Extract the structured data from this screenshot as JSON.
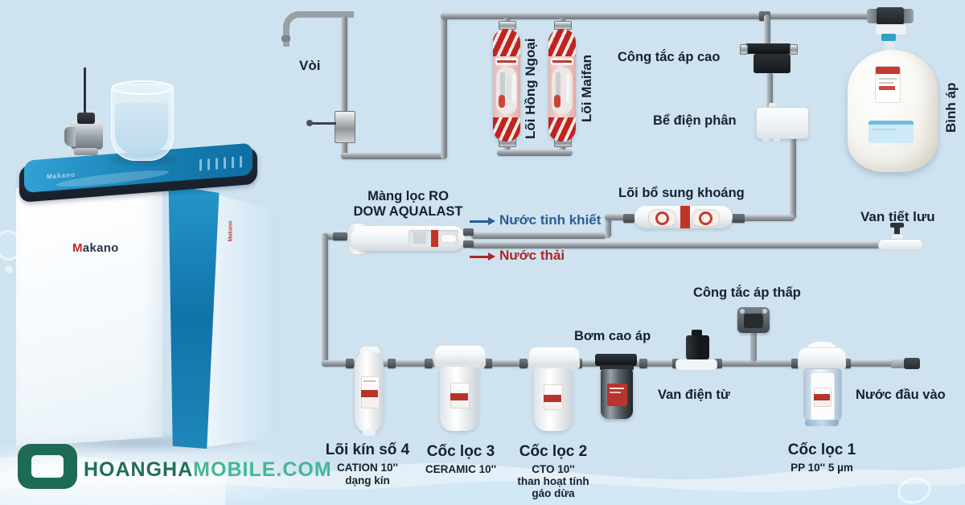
{
  "machine": {
    "brand_m": "M",
    "brand_rest": "akano",
    "side_brand": "Makano"
  },
  "diagram": {
    "faucet": "Vòi",
    "infrared_filter": "Lõi Hồng Ngoại",
    "maifan_filter": "Lõi Maifan",
    "high_pressure_switch": "Công tắc áp cao",
    "electrolysis_tank": "Bể điện phân",
    "pressure_tank": "Bình áp",
    "ro_membrane_line1": "Màng lọc RO",
    "ro_membrane_line2": "DOW AQUALAST",
    "pure_water": "Nước tinh khiết",
    "waste_water": "Nước thải",
    "mineral_filter": "Lõi bổ sung khoáng",
    "flow_restrictor": "Van tiết lưu",
    "low_pressure_switch": "Công tắc áp thấp",
    "pump": "Bơm cao áp",
    "solenoid_valve": "Van điện từ",
    "water_inlet": "Nước đầu vào",
    "stage4_title": "Lõi kín số 4",
    "stage4_sub1": "CATION 10''",
    "stage4_sub2": "dạng kín",
    "stage3_title": "Cốc lọc 3",
    "stage3_sub1": "CERAMIC 10''",
    "stage2_title": "Cốc lọc 2",
    "stage2_sub1": "CTO 10''",
    "stage2_sub2": "than hoạt tính",
    "stage2_sub3": "gáo dừa",
    "stage1_title": "Cốc lọc 1",
    "stage1_sub1": "PP 10'' 5 µm"
  },
  "watermark": {
    "bold": "HOANGHA",
    "light": "MOBILE.COM"
  },
  "colors": {
    "pure_water_text": "#2a5d94",
    "waste_water_text": "#ab2723",
    "label_text": "#15212e",
    "machine_blue": "#1173a8",
    "filter_red": "#c1231f",
    "brand_green_dark": "#1e6f58",
    "brand_green_light": "#45b796"
  }
}
